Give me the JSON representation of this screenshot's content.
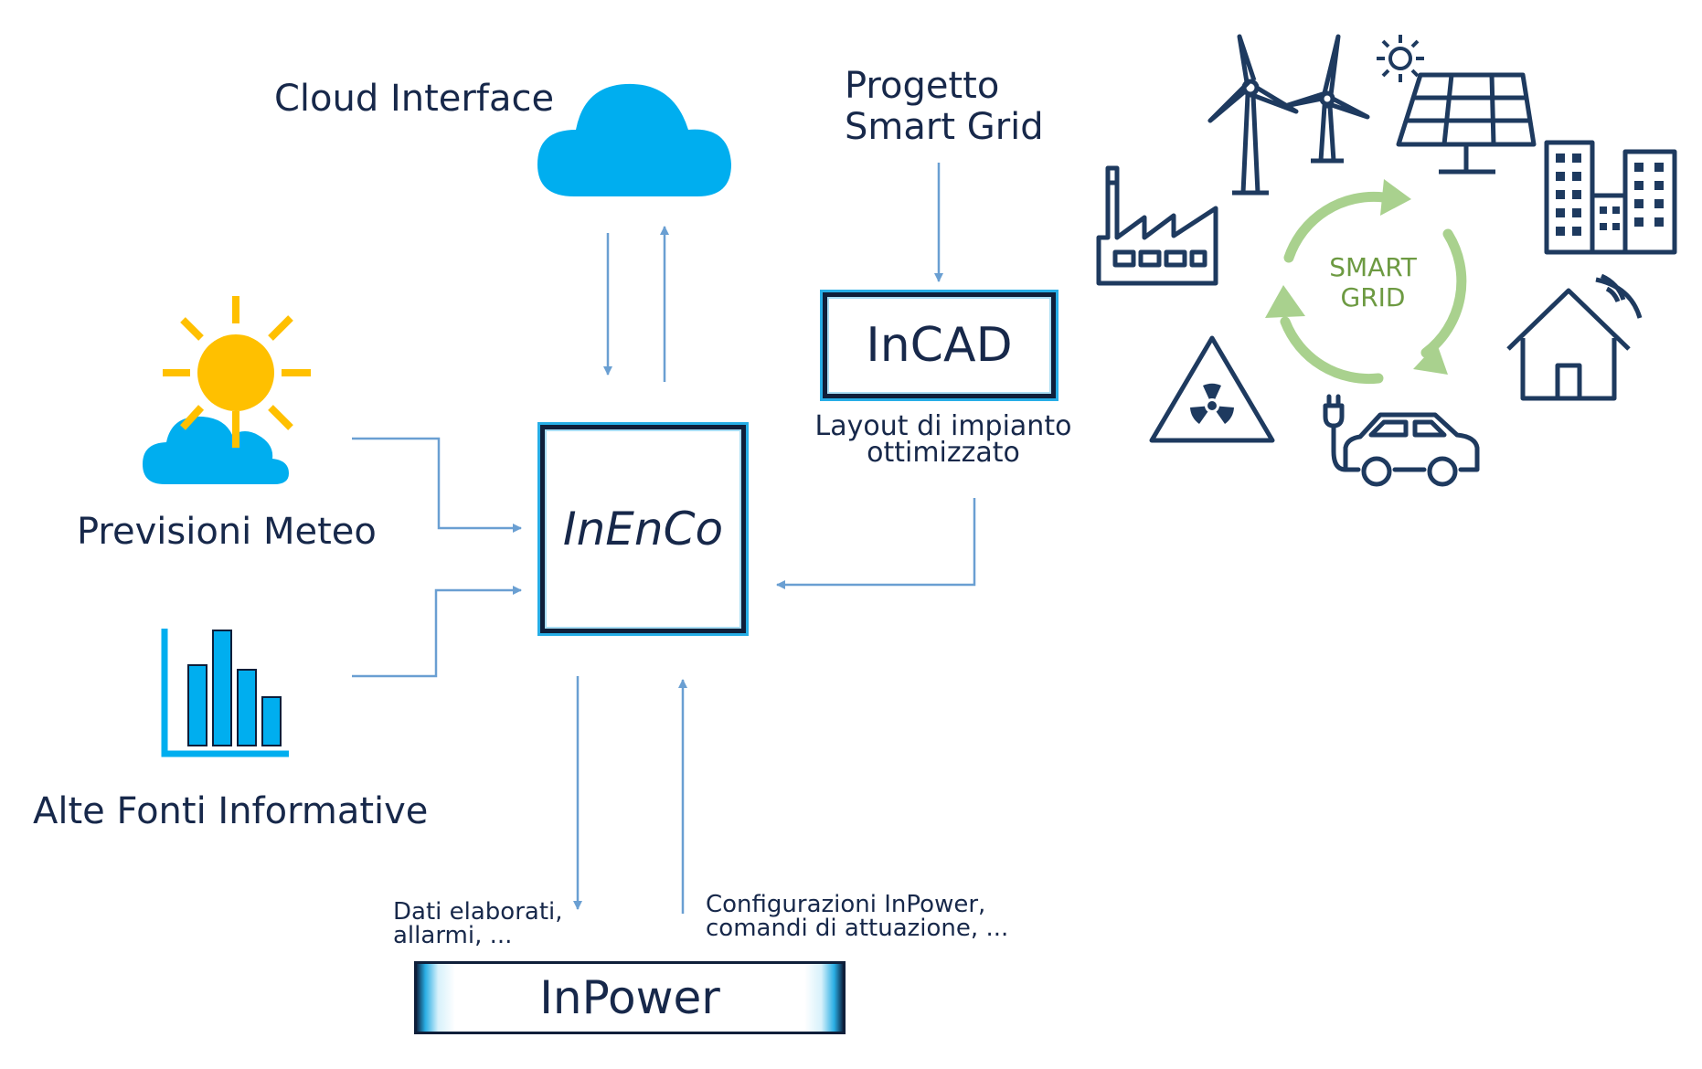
{
  "labels": {
    "cloud_interface": "Cloud Interface",
    "progetto_smart_grid": "Progetto\nSmart Grid",
    "previsioni_meteo": "Previsioni Meteo",
    "alte_fonti": "Alte Fonti Informative",
    "layout_impianto": "Layout di impianto\nottimizzato",
    "dati_elaborati": "Dati elaborati,\nallarmi, ...",
    "configurazioni": "Configurazioni InPower,\ncomandi di attuazione, ..."
  },
  "boxes": {
    "inenco": "InEnCo",
    "incad": "InCAD",
    "inpower": "InPower"
  },
  "smart_grid": {
    "label": "SMART\nGRID"
  },
  "icons": [
    "cloud-icon",
    "weather-sun-cloud-icon",
    "bar-chart-icon",
    "wind-turbine-icon",
    "solar-panel-icon",
    "sun-icon",
    "factory-icon",
    "office-buildings-icon",
    "smart-home-icon",
    "nuclear-hazard-icon",
    "electric-car-icon",
    "cycle-arrows-icon"
  ],
  "colors": {
    "text": "#17284a",
    "arrow": "#6a9fd2",
    "accent_blue": "#00aeef",
    "sun_yellow": "#ffc000",
    "navy_icon": "#1e3a5f",
    "smart_green": "#a9d18e",
    "smart_text": "#6d9a42"
  }
}
